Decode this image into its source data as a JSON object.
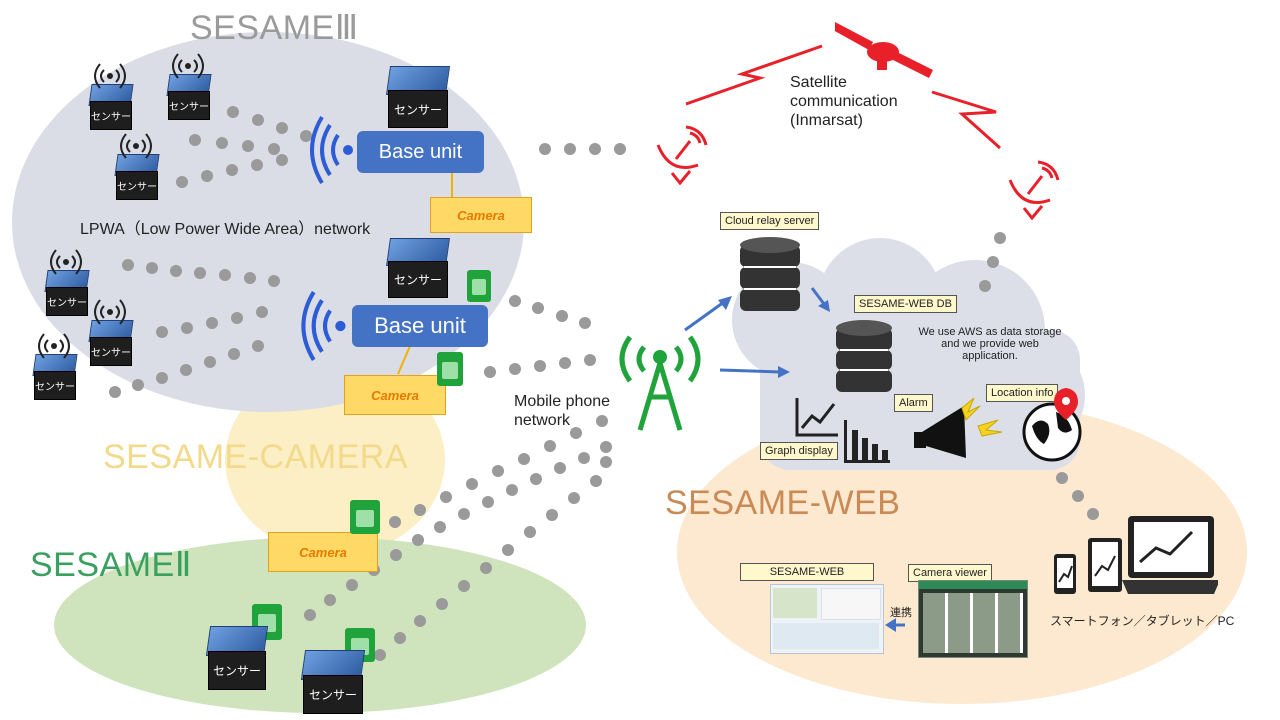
{
  "titles": {
    "sesame3": "SESAMEⅢ",
    "sesame_camera": "SESAME-CAMERA",
    "sesame2": "SESAMEⅡ",
    "sesame_web": "SESAME-WEB"
  },
  "network_labels": {
    "lpwa": "LPWA（Low Power Wide Area）network",
    "satellite": "Satellite\ncommunication\n(Inmarsat)",
    "mobile": "Mobile phone\nnetwork"
  },
  "base_unit": "Base unit",
  "camera": "Camera",
  "sensor": "センサー",
  "cloud": {
    "relay_server": "Cloud relay server",
    "db": "SESAME-WEB DB",
    "aws_note": "We use AWS as data storage and we provide web application.",
    "alarm": "Alarm",
    "location": "Location info",
    "graph": "Graph display"
  },
  "web": {
    "sesame_web_box": "SESAME-WEB",
    "camera_viewer": "Camera viewer",
    "link": "連携",
    "devices": "スマートフォン／タブレット／PC"
  },
  "colors": {
    "sesame3_bg": "#dadde6",
    "camera_bg": "#fcefc6",
    "sesame2_bg": "#cfe3bd",
    "web_bg": "#fde9cf",
    "cloud_bg": "#dcdfe8",
    "base_unit": "#4472c4",
    "dots": "#9a9a9a",
    "satellite_red": "#e8202a",
    "antenna_green": "#1fa33a"
  }
}
